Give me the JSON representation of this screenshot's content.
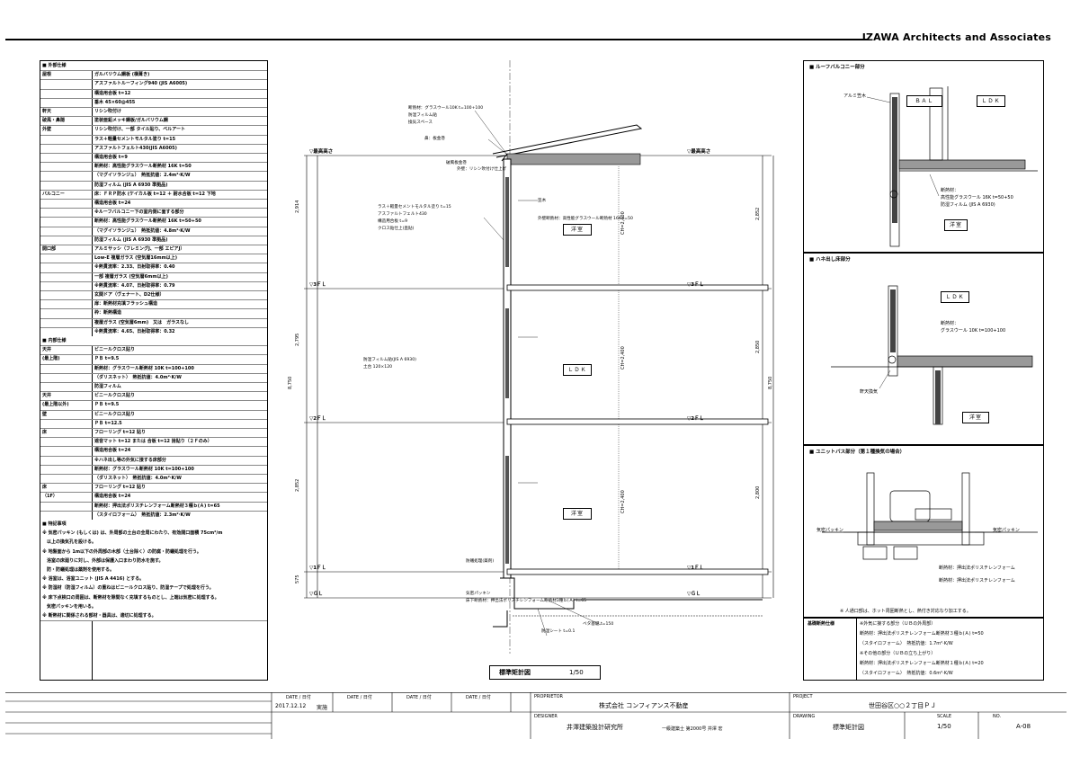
{
  "firm": "IZAWA Architects and Associates",
  "spec_table": {
    "rows": [
      {
        "label": "■ 外部仕様",
        "value": "",
        "header": true
      },
      {
        "label": "屋根",
        "value": "ガルバリウム鋼板 (横葺き)"
      },
      {
        "label": "",
        "value": "アスファルトルーフィング940 (JIS A6005)"
      },
      {
        "label": "",
        "value": "構造用合板 t=12"
      },
      {
        "label": "",
        "value": "垂木 45×60@455"
      },
      {
        "label": "軒天",
        "value": "リシン吹付け"
      },
      {
        "label": "破風・鼻隠",
        "value": "塗装亜鉛メッキ鋼板/ガルバリウム鋼"
      },
      {
        "label": "外壁",
        "value": "リシン吹付け、一部 タイル貼り、ベルアート"
      },
      {
        "label": "",
        "value": "ラス＋軽量セメントモルタル塗り t=15"
      },
      {
        "label": "",
        "value": "アスファルトフェルト430(JIS A6005)"
      },
      {
        "label": "",
        "value": "構造用合板 t=9"
      },
      {
        "label": "",
        "value": "断熱材：高性能グラスウール断熱材 16K t=50"
      },
      {
        "label": "",
        "value": "（マグイソランジュ）　熱抵抗値：2.4m²·K/W"
      },
      {
        "label": "",
        "value": "防湿フィルム (JIS A 6930 準拠品)"
      },
      {
        "label": "バルコニー",
        "value": "床：ＦＲＰ防水 (ケイカル板 t=12 ＋ 耐水合板 t=12 下地"
      },
      {
        "label": "",
        "value": "構造用合板 t=24"
      },
      {
        "label": "",
        "value": "※ルーフバルコニー下の室内側に面する部分"
      },
      {
        "label": "",
        "value": "断熱材：高性能グラスウール断熱材 16K t=50+50"
      },
      {
        "label": "",
        "value": "（マグイソランジュ）　熱抵抗値：4.8m²·K/W"
      },
      {
        "label": "",
        "value": "防湿フィルム (JIS A 6930 準拠品)"
      },
      {
        "label": "開口部",
        "value": "アルミサッシ（フレミングJ、一部 エピアJ）"
      },
      {
        "label": "",
        "value": "Low-E 複層ガラス (空気層16mm以上)"
      },
      {
        "label": "",
        "value": "※熱貫流率：2.33、日射取得率：0.40"
      },
      {
        "label": "",
        "value": "一部 複層ガラス (空気層6mm以上)"
      },
      {
        "label": "",
        "value": "※熱貫流率：4.07、日射取得率：0.79"
      },
      {
        "label": "",
        "value": "玄関ドア（ヴェナート、D2仕様）"
      },
      {
        "label": "",
        "value": "扉：断熱材充填フラッシュ構造"
      },
      {
        "label": "",
        "value": "枠：断熱構造"
      },
      {
        "label": "",
        "value": "複層ガラス (空気層6mm)　又は　ガラスなし"
      },
      {
        "label": "",
        "value": "※熱貫流率：4.65、日射取得率：0.32"
      },
      {
        "label": "■ 内部仕様",
        "value": "",
        "header": true
      },
      {
        "label": "天井",
        "value": "ビニールクロス貼り"
      },
      {
        "label": "(最上階)",
        "value": "ＰＢ t=9.5"
      },
      {
        "label": "",
        "value": "断熱材：グラスウール断熱材 10K t=100+100"
      },
      {
        "label": "",
        "value": "（ダリスネット）　熱抵抗値：4.0m²·K/W"
      },
      {
        "label": "",
        "value": "防湿フィルム"
      },
      {
        "label": "天井",
        "value": "ビニールクロス貼り"
      },
      {
        "label": "(最上階以外)",
        "value": "ＰＢ t=9.5"
      },
      {
        "label": "壁",
        "value": "ビニールクロス貼り"
      },
      {
        "label": "",
        "value": "ＰＢ t=12.5"
      },
      {
        "label": "床",
        "value": "フローリング t=12 貼り"
      },
      {
        "label": "",
        "value": "遮音マット t=12 または 合板 t=12 捨貼り（２Ｆのみ）"
      },
      {
        "label": "",
        "value": "構造用合板 t=24"
      },
      {
        "label": "",
        "value": "※ハネ出し等の外気に接する床部分"
      },
      {
        "label": "",
        "value": "断熱材：グラスウール断熱材 10K t=100+100"
      },
      {
        "label": "",
        "value": "（ダリスネット）　熱抵抗値：4.0m²·K/W"
      },
      {
        "label": "床",
        "value": "フローリング t=12 貼り"
      },
      {
        "label": "（1F）",
        "value": "構造用合板 t=24"
      },
      {
        "label": "",
        "value": "断熱材：押出法ポリスチレンフォーム断熱材３種ｂ(Ａ) t=65"
      },
      {
        "label": "",
        "value": "（スタイロフォーム）　熱抵抗値：2.3m²·K/W"
      },
      {
        "label": "■ 特記事項",
        "value": "",
        "header": true
      },
      {
        "label": "※ 気密パッキン (もしくは) は、外周部の土台の全周にわたり、有効開口面積 75cm²/m",
        "value": "",
        "header": true
      },
      {
        "label": "　以上の換気孔を設ける。",
        "value": "",
        "header": true
      },
      {
        "label": "※ 地盤面から 1m以下の外周部の木部（土台除く）の防腐・防蟻処理を行う。",
        "value": "",
        "header": true
      },
      {
        "label": "　浴室の床廻りに対し、外部は保護入口まわり防水を施す。",
        "value": "",
        "header": true
      },
      {
        "label": "　防・防蟻処理は薬剤を使用する。",
        "value": "",
        "header": true
      },
      {
        "label": "※ 浴室は、浴室ユニット (JIS A 4416) とする。",
        "value": "",
        "header": true
      },
      {
        "label": "※ 防湿材（防湿フィルム）の重ねはビニールクロス貼り、防湿テープで処理を行う。",
        "value": "",
        "header": true
      },
      {
        "label": "※ 床下点検口の周囲は、断熱材を隙間なく充填するものとし、上端は気密に処理する。",
        "value": "",
        "header": true
      },
      {
        "label": "　気密パッキンを用いる。",
        "value": "",
        "header": true
      },
      {
        "label": "※ 断熱材に関係される部材・器具は、適切に処理する。",
        "value": "",
        "header": true
      }
    ]
  },
  "section": {
    "title": "標準矩計図",
    "scale": "1/50",
    "levels": [
      "▽最高高さ",
      "▽最高高さ",
      "▽3ＦＬ",
      "▽3ＦＬ",
      "▽2ＦＬ",
      "▽2ＦＬ",
      "▽1ＦＬ",
      "▽1ＦＬ",
      "▽ＧＬ",
      "▽ＧＬ"
    ],
    "rooms": [
      "洋室",
      "ＬＤＫ",
      "洋室"
    ],
    "dims_left": [
      "2,914",
      "2,795",
      "2,852",
      "575"
    ],
    "dims_right": [
      "2,852",
      "2,850",
      "2,800"
    ],
    "total_height": "8,750",
    "ch_labels": [
      "CH=2,400",
      "CH=2,400",
      "CH=2,400"
    ],
    "annotations": [
      "断熱材：グラスウール10K t=100+100",
      "防湿フィルム貼",
      "換気スペース",
      "鼻：板金巻",
      "破風板金巻",
      "外壁：リシン吹付け仕上げ",
      "ラス＋軽量セメントモルタル塗り t=15",
      "アスファルトフェルト430",
      "構造用合板 t=9",
      "クロス貼仕上(直貼)",
      "笠木",
      "外壁断熱材：高性能グラスウール断熱材 16K t=50",
      "防湿フィルム貼(JIS A 6930)",
      "土台 120×120",
      "防蟻処理(薬剤)",
      "気密パッキン",
      "床下断熱材：押出法ポリスチレンフォーム断熱材3種ｂ(Ａ) t=65",
      "ベタ基礎 t=150",
      "防湿シート t=0.1"
    ]
  },
  "details": {
    "roof_balcony": {
      "title": "■ ルーフバルコニー部分",
      "rooms": [
        "ＢＡＬ",
        "ＬＤＫ",
        "洋室"
      ],
      "notes": [
        "アルミ笠木",
        "断熱材：",
        "高性能グラスウール 16K t=50+50",
        "防湿フィルム (JIS A 6930)"
      ]
    },
    "overhang": {
      "title": "■ ハネ出し床部分",
      "rooms": [
        "ＬＤＫ",
        "洋室"
      ],
      "notes": [
        "断熱材：",
        "グラスウール 10K t=100+100",
        "軒天換気"
      ]
    },
    "unit_bath": {
      "title": "■ ユニットバス部分（第１種換気の場合）",
      "notes": [
        "気密パッキン",
        "気密パッキン",
        "断熱材：押出法ポリスチレンフォーム",
        "断熱材：押出法ポリスチレンフォーム",
        "※ 人通口部は、ホット周囲断熱とし、熱付き対応なり加工する。"
      ]
    }
  },
  "footing_table": {
    "header": "基礎断熱仕様",
    "rows": [
      "※外気に接する部分（ＵＢの外周部）",
      "断熱材：押出法ポリスチレンフォーム断熱材３種ｂ(Ａ) t=50",
      "（スタイロフォーム）　熱抵抗値：1.7m²·K/W",
      "※その他の部分（ＵＢの立ち上がり）",
      "断熱材：押出法ポリスチレンフォーム断熱材１種ｂ(Ａ) t=20",
      "（スタイロフォーム）　熱抵抗値：0.6m²·K/W"
    ]
  },
  "title_block": {
    "date_labels": [
      "DATE / 日付",
      "DATE / 日付",
      "DATE / 日付",
      "DATE / 日付"
    ],
    "date_value": "2017.12.12",
    "stage": "実施",
    "owner_label": "PROPRIETOR",
    "owner": "株式会社 コンフィアンス不動産",
    "designer_label": "DESIGNER",
    "designer": "井澤建築設計研究所",
    "designer_reg": "一級建築士 第2000号  井澤 宏",
    "project_label": "PROJECT",
    "project": "世田谷区○○２丁目ＰＪ",
    "drawing_label": "DRAWING",
    "drawing": "標準矩計図",
    "scale_label": "SCALE",
    "scale": "1/50",
    "no_label": "NO.",
    "no": "A-08"
  }
}
